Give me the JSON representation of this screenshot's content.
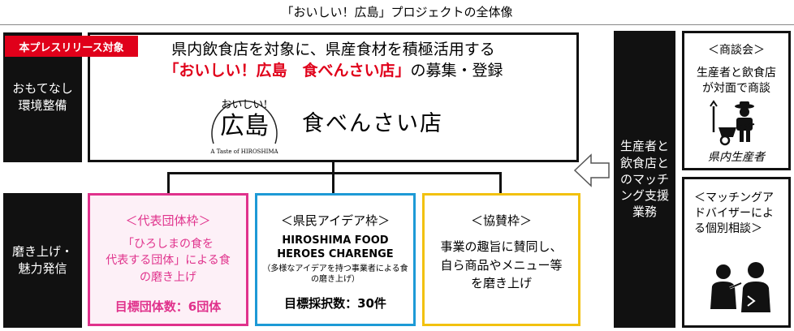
{
  "title": "「おいしい！広島」プロジェクトの全体像",
  "left_labels": {
    "top": [
      "おもてなし",
      "環境整備"
    ],
    "bottom": [
      "磨き上げ・",
      "魅力発信"
    ]
  },
  "press_tag": "本プレスリリース対象",
  "main_box": {
    "line1": "県内飲食店を対象に、県産食材を積極活用する",
    "line2_red": "「おいしい！広島　食べんさい店」",
    "line2_black": "の募集・登録",
    "logo": {
      "top_text": "おいしい!",
      "main_text": "広島",
      "sub_text": "A Taste of HIROSHIMA",
      "shop_name": "食べんさい店"
    }
  },
  "cards": {
    "daihyo": {
      "header": "＜代表団体枠＞",
      "desc": [
        "「ひろしまの食を",
        "代表する団体」による食",
        "の磨き上げ"
      ],
      "target": "目標団体数：6団体"
    },
    "kenmin": {
      "header": "＜県民アイデア枠＞",
      "en": [
        "HIROSHIMA FOOD",
        "HEROES CHARENGE"
      ],
      "note": "（多様なアイデアを持つ事業者による食の磨き上げ）",
      "target": "目標採択数：30件"
    },
    "kyosan": {
      "header": "＜協賛枠＞",
      "desc": [
        "事業の趣旨に賛同し、",
        "自ら商品やメニュー等",
        "を磨き上げ"
      ]
    }
  },
  "matching_label": [
    "生産者と",
    "飲食店と",
    "のマッチ",
    "ング支援",
    "業務"
  ],
  "side_cards": {
    "shodankai": {
      "title": "＜商談会＞",
      "desc": [
        "生産者と飲食店",
        "が対面で商談"
      ],
      "caption": "県内生産者"
    },
    "advisor": {
      "title": [
        "＜マッチングア",
        "ドバイザーによ",
        "る個別相談＞"
      ]
    }
  },
  "colors": {
    "accent_red": "#e0001a",
    "pink": "#e0328c",
    "blue": "#1d9ad6",
    "yellow": "#f2c10f",
    "black": "#111111"
  },
  "icons": [
    "farmer-with-wheelbarrow-icon",
    "consultation-people-icon",
    "left-arrow-icon"
  ]
}
